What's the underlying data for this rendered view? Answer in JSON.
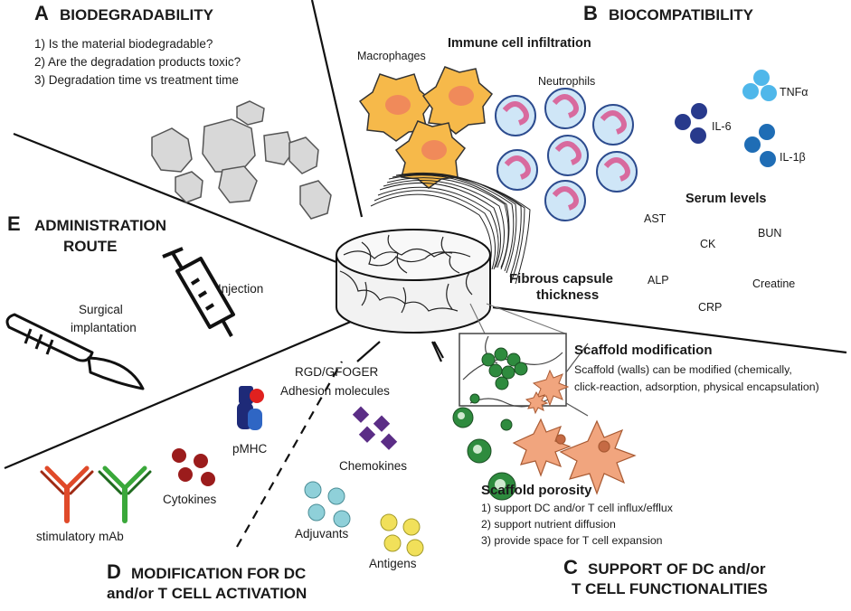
{
  "sections": {
    "A": {
      "letter": "A",
      "title": "BIODEGRADABILITY",
      "questions": [
        "1) Is the material biodegradable?",
        "2) Are the degradation products toxic?",
        "3) Degradation time vs treatment time"
      ]
    },
    "B": {
      "letter": "B",
      "title": "BIOCOMPATIBILITY",
      "immune_title": "Immune cell infiltration",
      "macrophages": "Macrophages",
      "neutrophils": "Neutrophils",
      "cytokines": [
        "TNFα",
        "IL-6",
        "IL-1β"
      ],
      "serum_title": "Serum levels",
      "serum_markers": [
        "AST",
        "CK",
        "BUN",
        "ALP",
        "Creatine",
        "CRP"
      ],
      "fibrous_line1": "Fibrous capsule",
      "fibrous_line2": "thickness"
    },
    "C": {
      "letter": "C",
      "title_line1": "SUPPORT OF DC and/or",
      "title_line2": "T CELL FUNCTIONALITIES",
      "modification_title": "Scaffold modification",
      "modification_line1": "Scaffold (walls) can be modified (chemically,",
      "modification_line2": "click-reaction, adsorption, physical encapsulation)",
      "porosity_title": "Scaffold porosity",
      "porosity_items": [
        "1) support DC and/or T cell influx/efflux",
        "2) support nutrient diffusion",
        "3) provide space for T cell expansion"
      ]
    },
    "D": {
      "letter": "D",
      "title_line1": "MODIFICATION FOR DC",
      "title_line2": "and/or T CELL ACTIVATION",
      "adhesion_line1": "RGD/GFOGER",
      "adhesion_line2": "Adhesion molecules",
      "pmhc": "pMHC",
      "cytokines": "Cytokines",
      "chemokines": "Chemokines",
      "adjuvants": "Adjuvants",
      "antigens": "Antigens",
      "stimulatory": "stimulatory mAb"
    },
    "E": {
      "letter": "E",
      "title_line1": "ADMINISTRATION",
      "title_line2": "ROUTE",
      "injection": "Injection",
      "surgical_line1": "Surgical",
      "surgical_line2": "implantation"
    }
  },
  "colors": {
    "macrophage": "#f6b94a",
    "macrophage_nucleus": "#f08a5a",
    "neutrophil": "#cfe6f7",
    "neutrophil_border": "#2c4b8e",
    "neutrophil_nucleus": "#d86a9e",
    "tnf": "#4fb7ea",
    "il6": "#283a8c",
    "il1b": "#1f6db5",
    "dc": "#f1a57e",
    "tcell": "#2e8b3e",
    "cytokine_red": "#9b1c1c",
    "chemokine": "#5b2d86",
    "adjuvant": "#8fd0d9",
    "antigen": "#f1e05a",
    "mab_red": "#e04a2a",
    "mab_green": "#3aa83a"
  }
}
